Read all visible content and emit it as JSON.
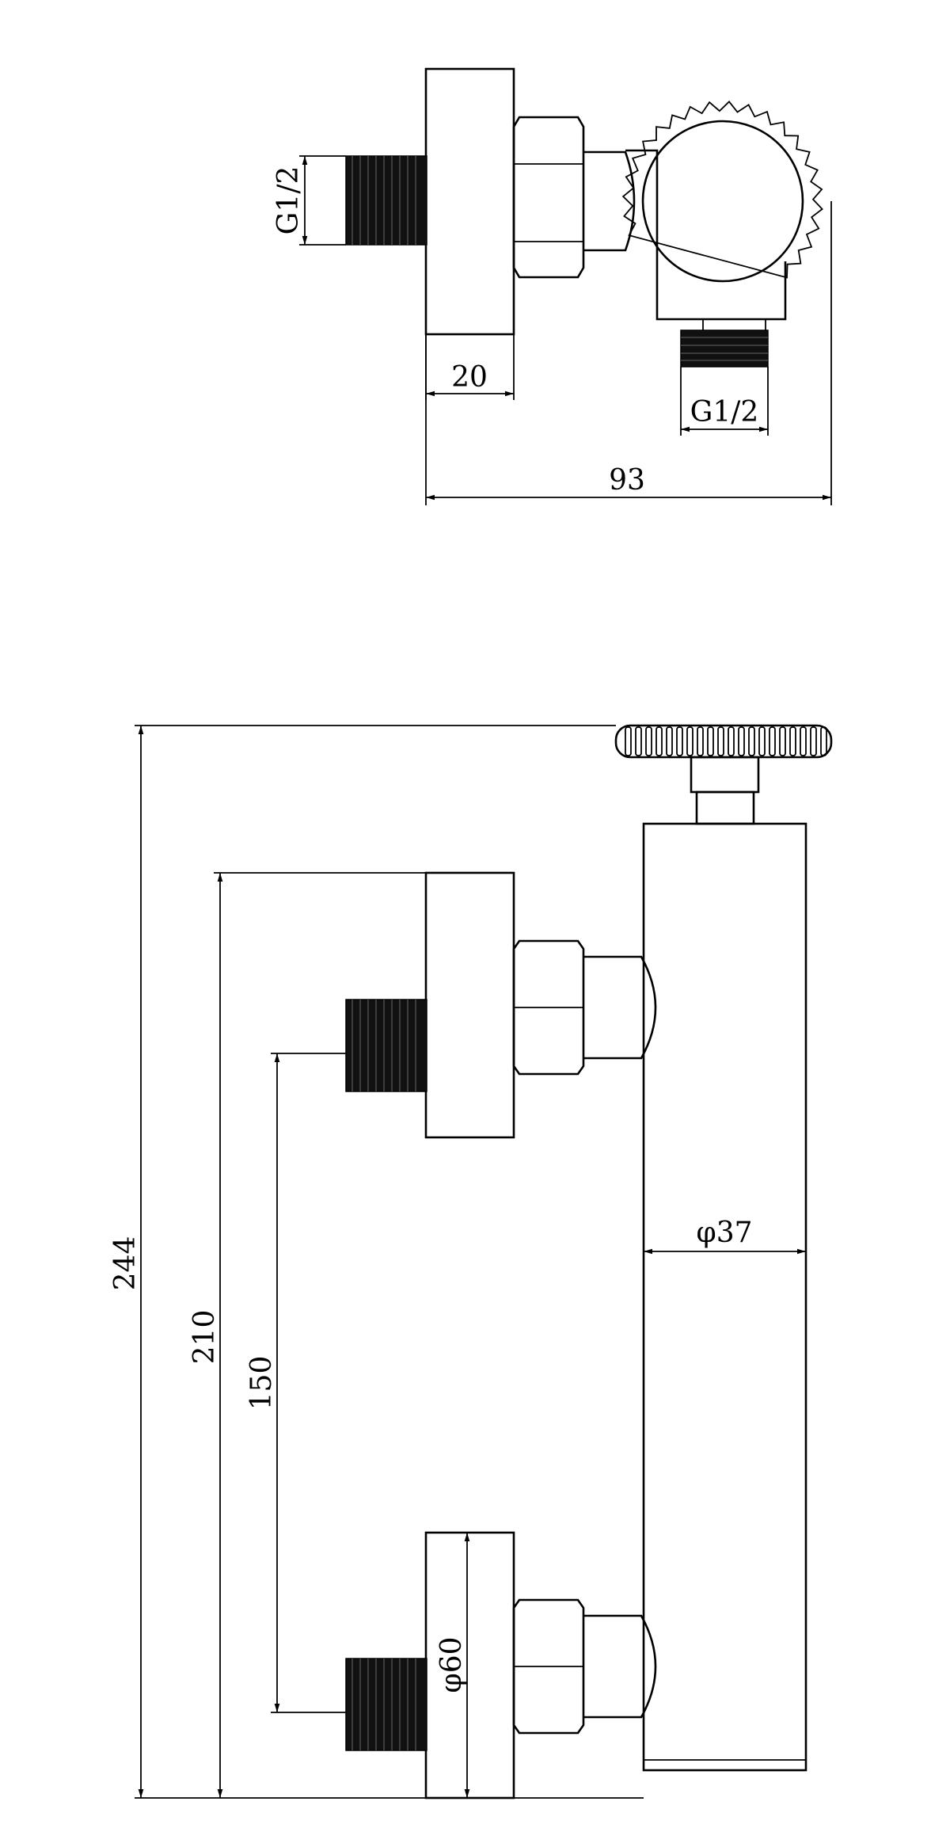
{
  "top_view": {
    "inlet_thread_label": "G1/2",
    "flange_depth_label": "20",
    "outlet_thread_label": "G1/2",
    "overall_depth_label": "93"
  },
  "front_view": {
    "overall_height_label": "244",
    "flange_outer_span_label": "210",
    "inlet_centers_label": "150",
    "body_diameter_label": "φ37",
    "flange_diameter_label": "φ60"
  },
  "colors": {
    "line": "#000000",
    "thread_fill": "#111111",
    "background": "#ffffff"
  }
}
